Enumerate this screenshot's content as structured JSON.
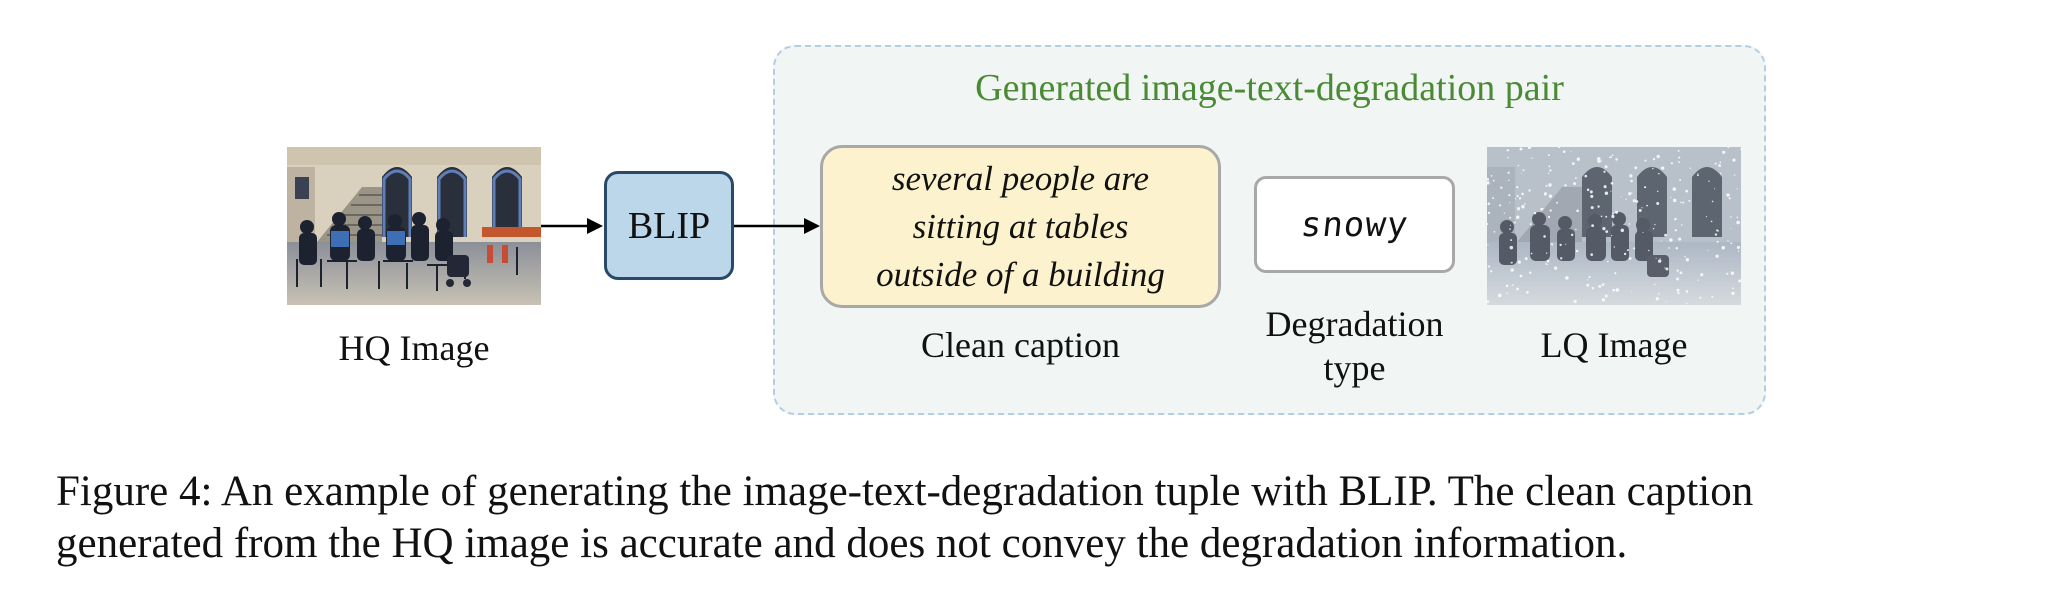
{
  "diagram": {
    "group_title": "Generated image-text-degradation pair",
    "hq_label": "HQ Image",
    "blip_label": "BLIP",
    "caption_lines": [
      "several people are",
      "sitting at tables",
      "outside of a building"
    ],
    "clean_caption_label": "Clean caption",
    "degradation_value": "snowy",
    "degradation_label_lines": [
      "Degradation",
      "type"
    ],
    "lq_label": "LQ Image",
    "colors": {
      "group_fill": "#f1f6f5",
      "group_border": "#b3cde2",
      "group_title": "#4b8a34",
      "blip_fill": "#bcd7ea",
      "blip_border": "#284a68",
      "caption_fill": "#fcf2cd",
      "box_border": "#a8a8a8"
    }
  },
  "caption": {
    "lines": [
      "Figure 4: An example of generating the image-text-degradation tuple with BLIP. The clean caption",
      "generated from the HQ image is accurate and does not convey the degradation information."
    ]
  }
}
